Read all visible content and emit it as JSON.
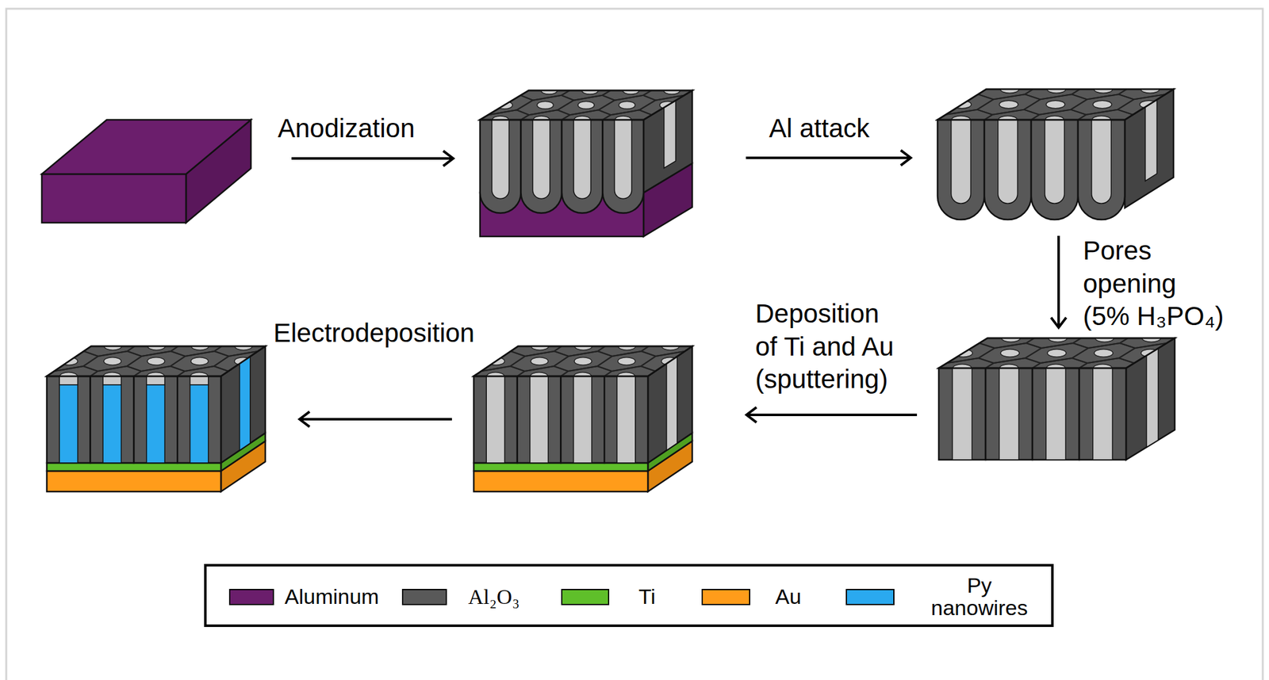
{
  "diagram": {
    "labels": [
      "Anodization",
      "Al attack",
      "Pores opening (5% H₃PO₄)",
      "Deposition of Ti and Au (sputtering)",
      "Electrodeposition"
    ],
    "legend": [
      {
        "text": "Aluminum",
        "color": "#6b1e6c"
      },
      {
        "text": "Al₂O₃",
        "color": "#595959"
      },
      {
        "text": "Ti",
        "color": "#5fbf2a"
      },
      {
        "text": "Au",
        "color": "#ff9c1a"
      },
      {
        "text": "Py nanowires",
        "color": "#2aa9ef"
      }
    ]
  }
}
